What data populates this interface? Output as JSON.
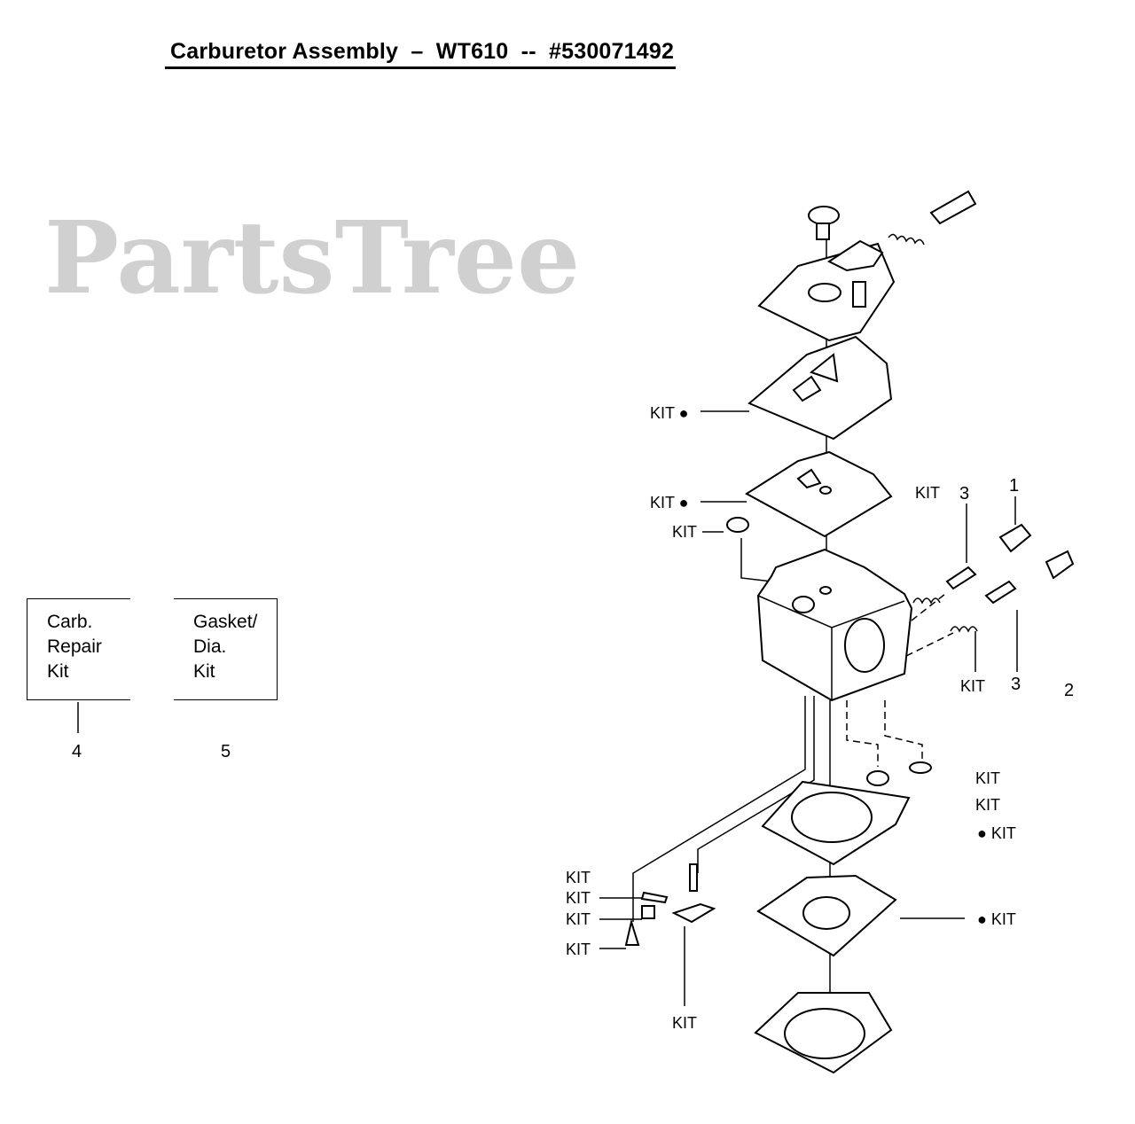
{
  "title": "Carburetor Assembly  –  WT610  --  #530071492",
  "watermark": "PartsTree",
  "kits": [
    {
      "lines": [
        "Carb.",
        "Repair",
        "Kit"
      ],
      "number": "4"
    },
    {
      "lines": [
        "Gasket/",
        "Dia.",
        "Kit"
      ],
      "number": "5"
    }
  ],
  "labels": {
    "kit": "KIT",
    "kit_dot": "KIT ●",
    "dot_kit": "●  KIT",
    "n1": "1",
    "n2": "2",
    "n3": "3"
  }
}
